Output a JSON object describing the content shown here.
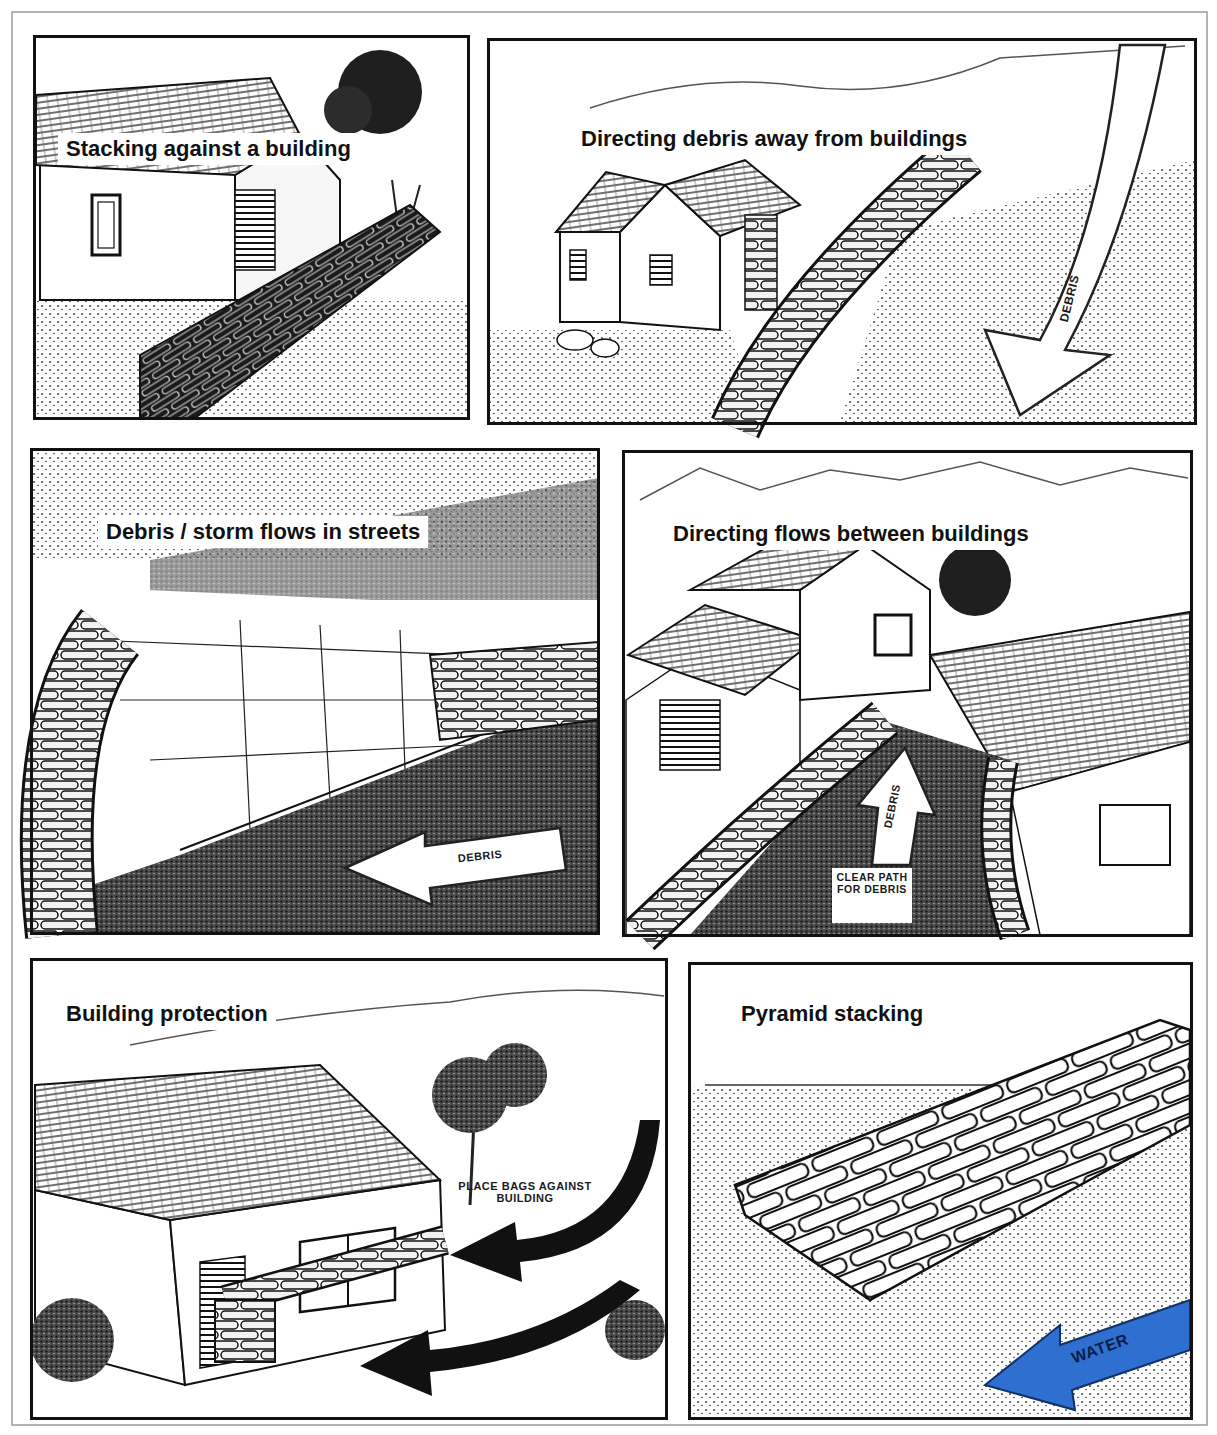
{
  "diagram": {
    "nodes": [
      {
        "text": [
          "Stacking against a building"
        ]
      },
      {
        "text": [
          "Directing debris away from buildings"
        ]
      },
      {
        "text": [
          "Debris / storm flows in streets"
        ]
      },
      {
        "text": [
          "Directing flows between buildings"
        ]
      },
      {
        "text": [
          "Building protection"
        ]
      },
      {
        "text": [
          "Pyramid stacking"
        ]
      }
    ],
    "labels": [
      "DEBRIS",
      "DEBRIS",
      "DEBRIS",
      "CLEAR PATH FOR DEBRIS",
      "PLACE BAGS AGAINST BUILDING",
      "WATER"
    ]
  }
}
